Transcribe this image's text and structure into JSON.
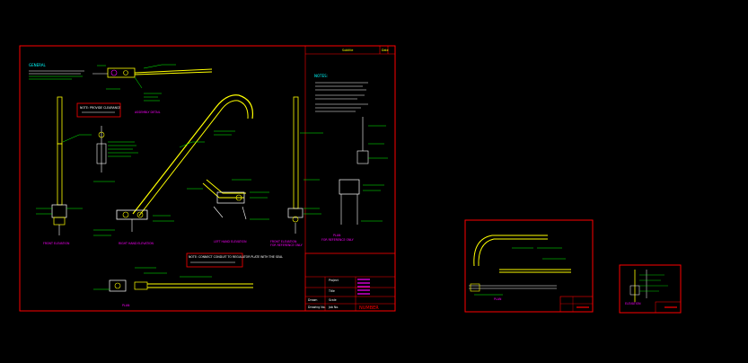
{
  "colors": {
    "background": "#000000",
    "frame": "#ff0000",
    "heading": "#00ffff",
    "callout": "#00ff00",
    "part": "#ffff00",
    "dimension": "#ff00ff",
    "note": "#ffffff",
    "warning_box": "#ff0000"
  },
  "main_sheet": {
    "header": {
      "left": "Subtitle",
      "right": "Date"
    },
    "notes_heading": "NOTES:",
    "general_heading": "GENERAL",
    "views": {
      "detail": "ASSEMBLY DETAIL",
      "front_left": "FRONT ELEVATION",
      "right_hand": "RIGHT HAND ELEVATION",
      "left_hand": "LEFT HAND ELEVATION",
      "front_right": "FRONT ELEVATION",
      "front_right_sub": "FOR REFERENCE ONLY",
      "plan_small": "PLAN",
      "plan_small_sub": "FOR REFERENCE ONLY",
      "plan_bottom": "PLAN"
    },
    "warning_boxes": [
      "NOTE: PROVIDE CLEARANCE",
      "NOTE: CONNECT CONDUIT TO REGULATOR PLATE WITH THE SEAL"
    ],
    "title_block": {
      "project_label": "Project",
      "title_label": "Title",
      "scale_label": "Scale",
      "drawn_label": "Drawn",
      "job_label": "Job No.",
      "drawing_label": "Drawing No.",
      "number": "NUMBER"
    }
  },
  "sheet_two": {
    "view_label": "PLAN"
  },
  "sheet_three": {
    "view_label": "ELEVATION"
  }
}
